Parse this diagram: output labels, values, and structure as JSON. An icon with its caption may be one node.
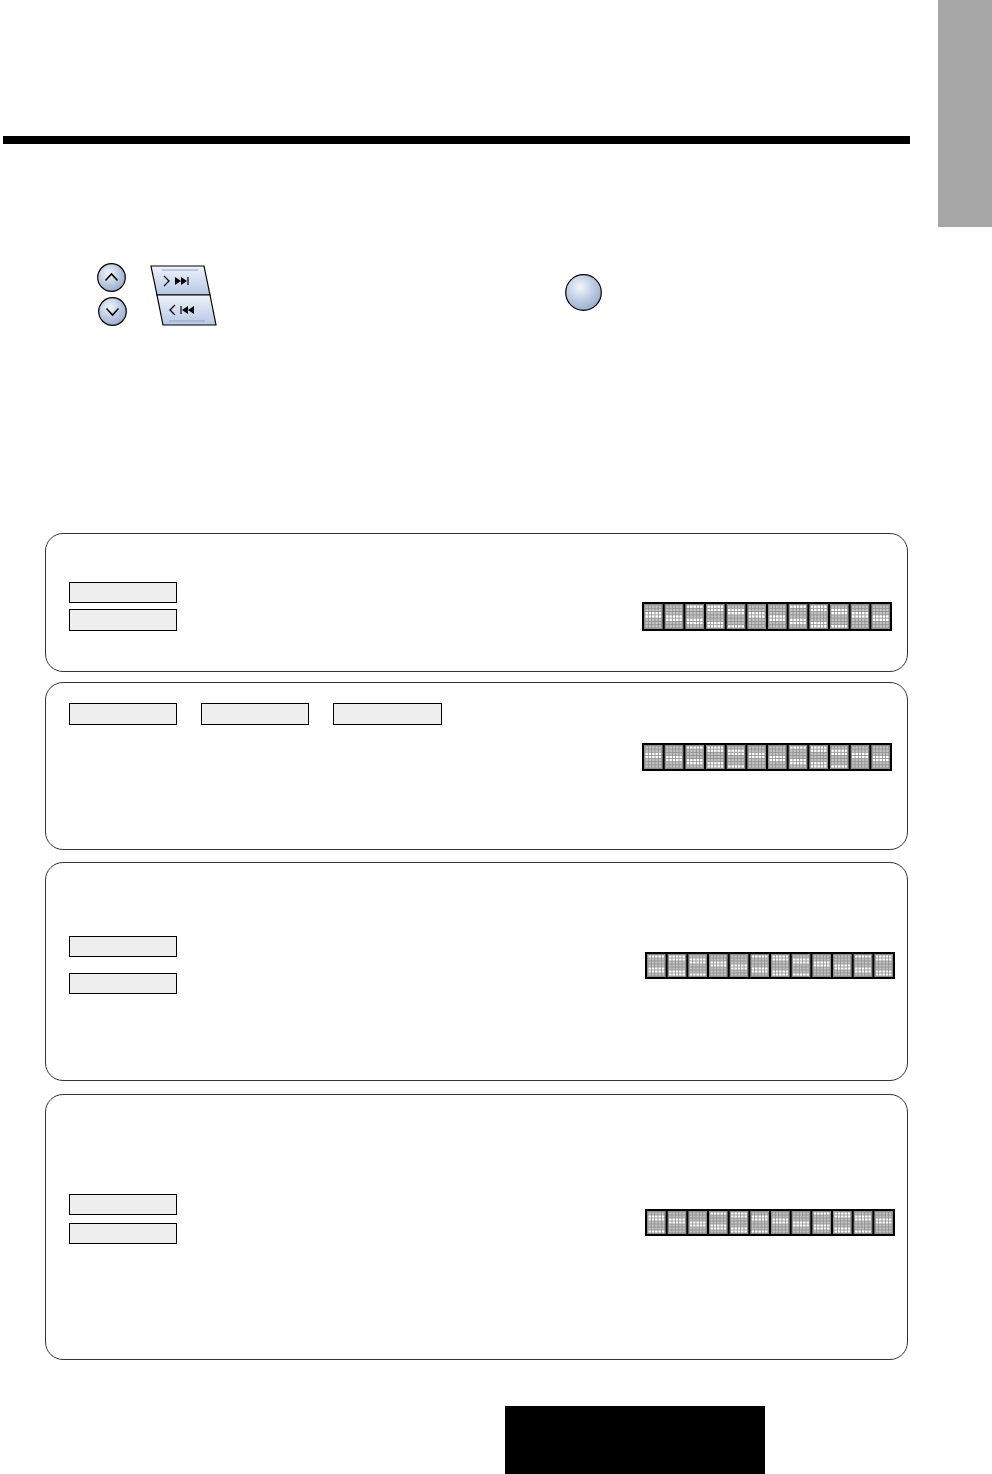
{
  "diagram": {
    "nodes": [
      {
        "text": [],
        "shape": "box"
      },
      {
        "text": [],
        "shape": "box"
      },
      {
        "text": [],
        "shape": "box",
        "in": 1
      },
      {
        "text": [],
        "shape": "box",
        "in": 1
      },
      {
        "text": [],
        "shape": "picture",
        "in": 1
      },
      {
        "text": [],
        "shape": "box"
      },
      {
        "text": [],
        "shape": "box",
        "in": 5
      },
      {
        "text": [],
        "shape": "box",
        "in": 5
      },
      {
        "text": [],
        "shape": "box",
        "in": 5
      },
      {
        "text": [],
        "shape": "picture",
        "in": 5
      },
      {
        "text": [],
        "shape": "box"
      },
      {
        "text": [],
        "shape": "box",
        "in": 10
      },
      {
        "text": [],
        "shape": "box",
        "in": 10
      },
      {
        "text": [],
        "shape": "picture",
        "in": 10
      },
      {
        "text": [],
        "shape": "box"
      },
      {
        "text": [],
        "shape": "box",
        "in": 14
      },
      {
        "text": [],
        "shape": "box",
        "in": 14
      },
      {
        "text": [],
        "shape": "picture",
        "in": 14
      }
    ]
  }
}
